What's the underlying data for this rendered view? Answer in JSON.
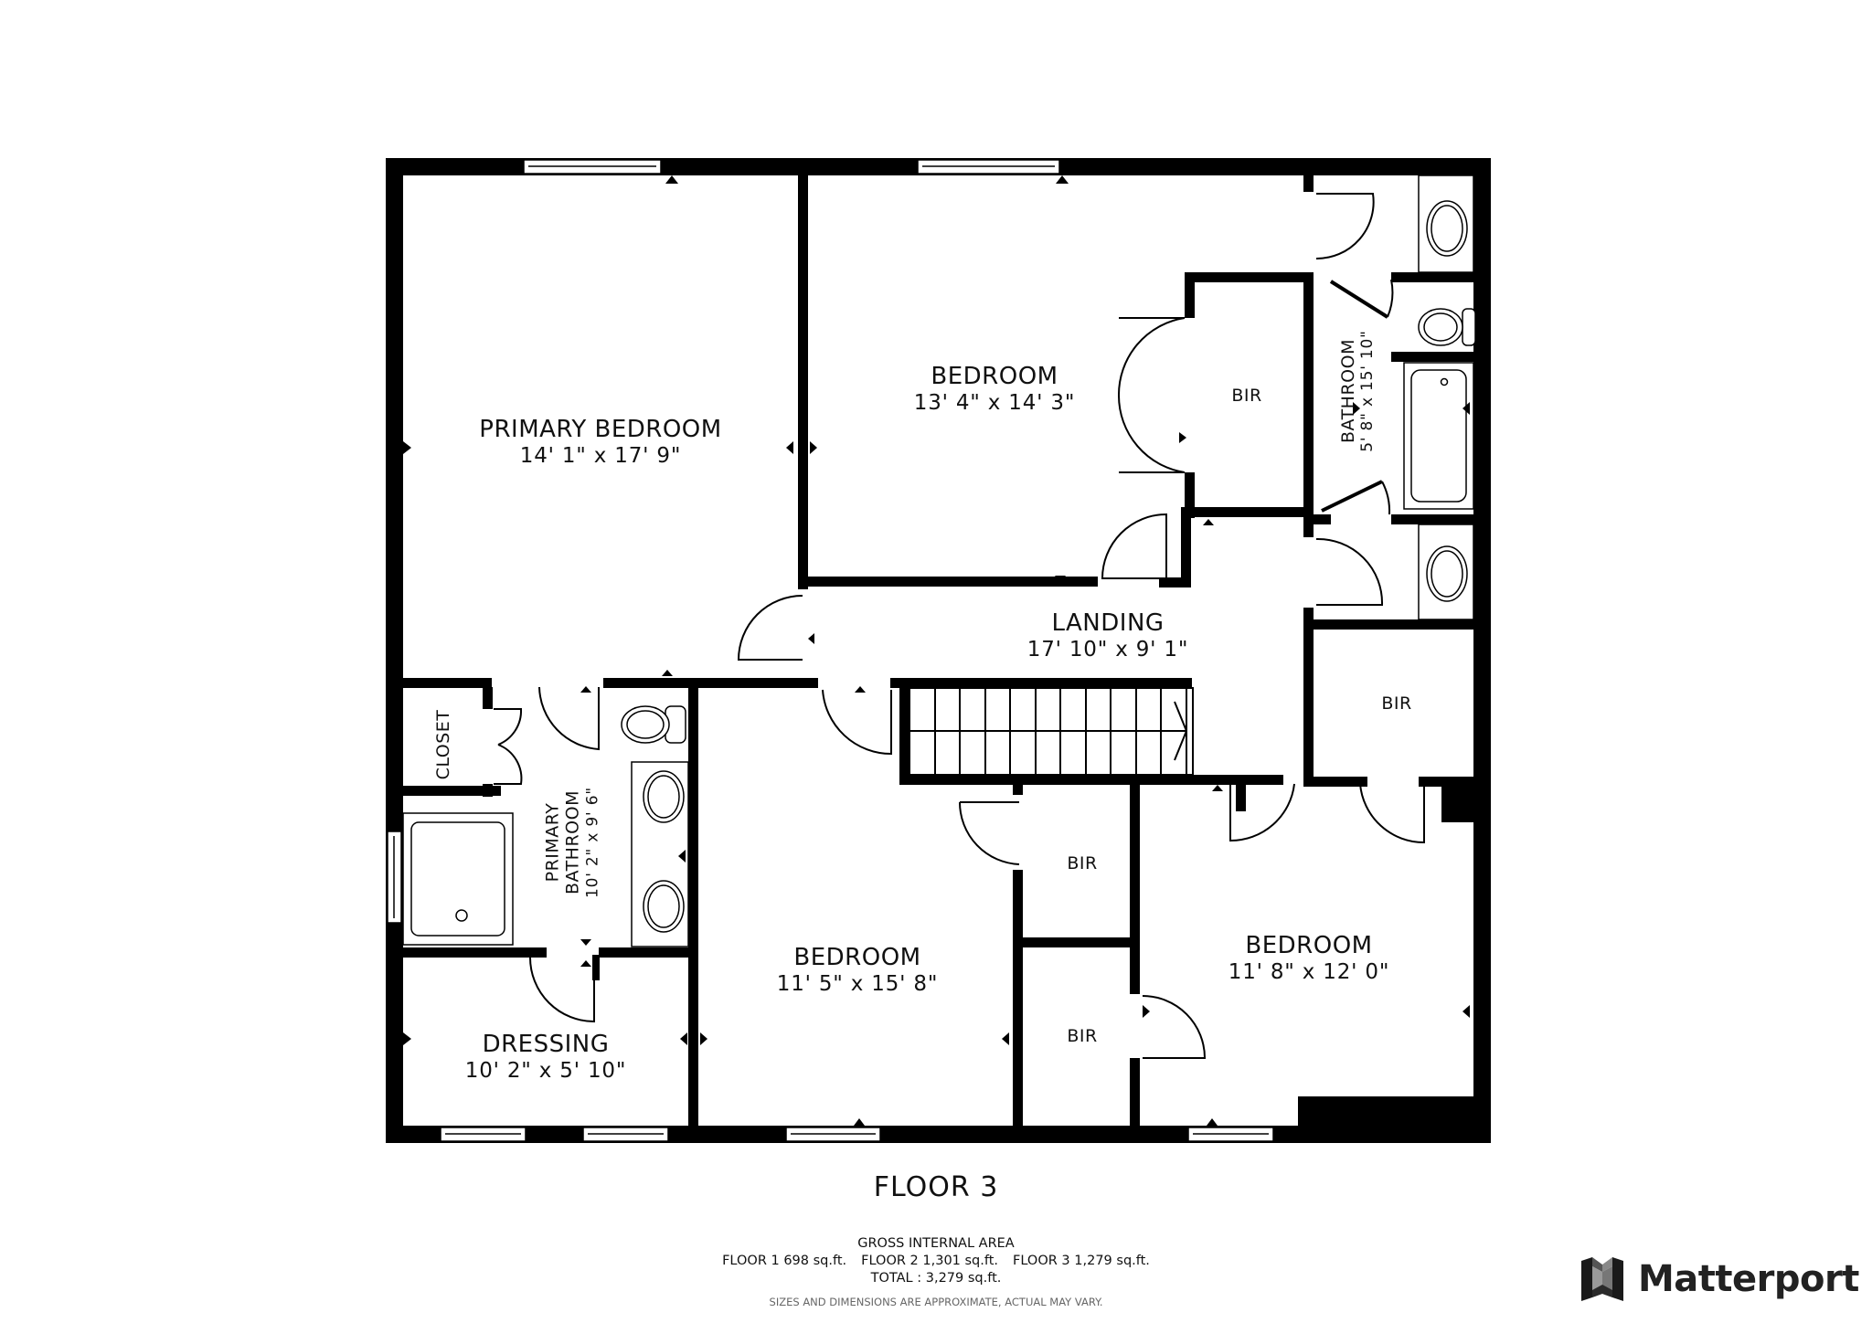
{
  "floor": {
    "title": "FLOOR 3"
  },
  "rooms": {
    "primary_bedroom": {
      "name": "PRIMARY BEDROOM",
      "dims": "14' 1\" x 17' 9\""
    },
    "bedroom_north": {
      "name": "BEDROOM",
      "dims": "13' 4\" x 14' 3\""
    },
    "bir_north": {
      "name": "BIR"
    },
    "bathroom": {
      "name": "BATHROOM",
      "dims": "5' 8\" x 15' 10\""
    },
    "landing": {
      "name": "LANDING",
      "dims": "17' 10\" x 9' 1\""
    },
    "bir_east": {
      "name": "BIR"
    },
    "closet": {
      "name": "CLOSET"
    },
    "primary_bathroom": {
      "name_line1": "PRIMARY",
      "name_line2": "BATHROOM",
      "dims": "10' 2\" x 9' 6\""
    },
    "bedroom_south": {
      "name": "BEDROOM",
      "dims": "11' 5\" x 15' 8\""
    },
    "bir_center_upper": {
      "name": "BIR"
    },
    "bir_center_lower": {
      "name": "BIR"
    },
    "bedroom_southeast": {
      "name": "BEDROOM",
      "dims": "11' 8\" x 12' 0\""
    },
    "dressing": {
      "name": "DRESSING",
      "dims": "10' 2\" x 5' 10\""
    }
  },
  "area_summary": {
    "heading": "GROSS INTERNAL AREA",
    "floor1": "FLOOR 1 698 sq.ft.",
    "floor2": "FLOOR 2 1,301 sq.ft.",
    "floor3": "FLOOR 3 1,279 sq.ft.",
    "total": "TOTAL :  3,279 sq.ft.",
    "disclaimer": "SIZES AND DIMENSIONS ARE APPROXIMATE, ACTUAL MAY VARY."
  },
  "brand": {
    "name": "Matterport",
    "icon": "matterport-logo-icon"
  },
  "colors": {
    "wall": "#000000",
    "background": "#ffffff",
    "text": "#111111",
    "disclaimer": "#666666",
    "brand_text": "#222222"
  }
}
